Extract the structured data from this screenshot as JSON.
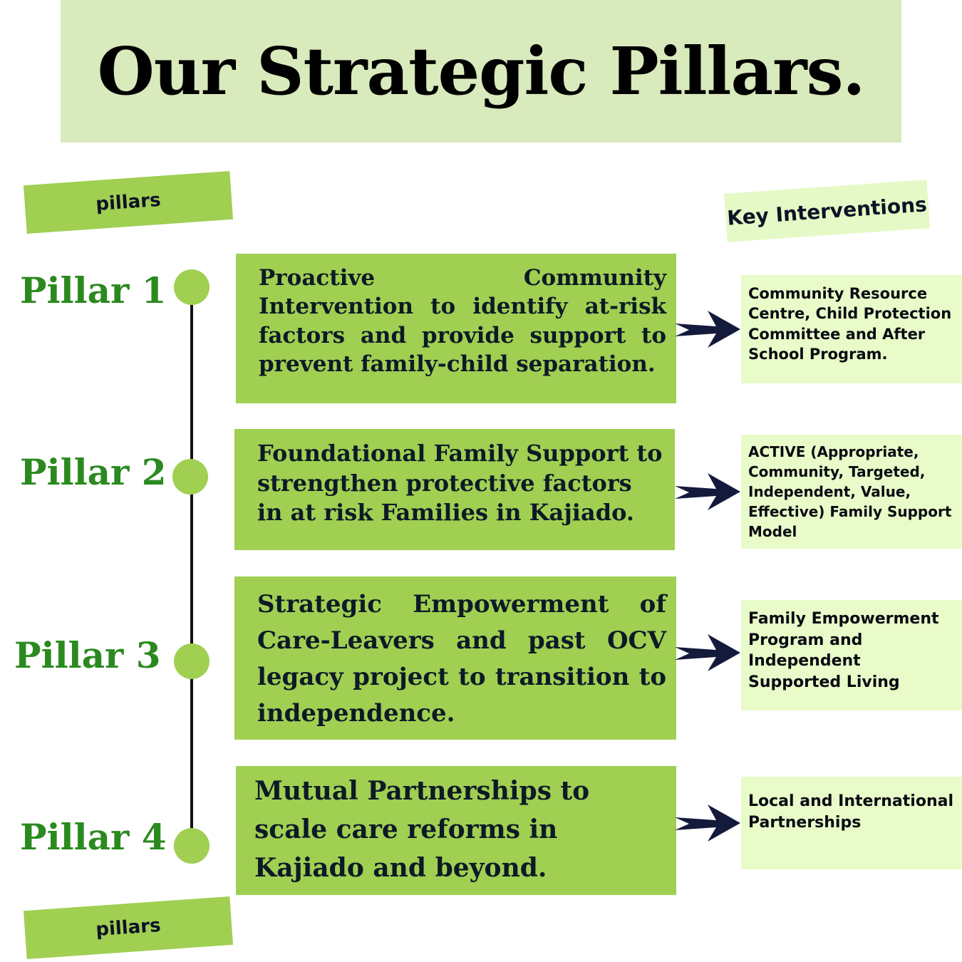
{
  "title": "Our Strategic Pillars.",
  "tags": {
    "pillars_top": "pillars",
    "pillars_bottom": "pillars",
    "key_interventions": "Key Interventions"
  },
  "pillars": [
    {
      "label": "Pillar 1",
      "description": "Proactive Community Intervention to identify at-risk factors and provide support to prevent family-child separation.",
      "intervention": "Community Resource Centre, Child Protection Committee and After School Program."
    },
    {
      "label": "Pillar 2",
      "description": "Foundational Family Support to strengthen protective factors in at risk Families in Kajiado.",
      "intervention": "ACTIVE (Appropriate, Community, Targeted, Independent, Value, Effective) Family Support Model"
    },
    {
      "label": "Pillar 3",
      "description": "Strategic Empowerment of Care-Leavers and past OCV legacy project to transition to independence.",
      "intervention": "Family Empowerment Program and Independent Supported Living"
    },
    {
      "label": "Pillar 4",
      "description": "Mutual Partnerships to scale care reforms in Kajiado and beyond.",
      "intervention": "Local and International Partnerships"
    }
  ],
  "colors": {
    "accent_green": "#a0cf52",
    "pillar_text": "#2b8a1f",
    "title_bg": "#d9eabc",
    "intervention_bg": "#e8fbc8",
    "arrow": "#141a3c"
  }
}
